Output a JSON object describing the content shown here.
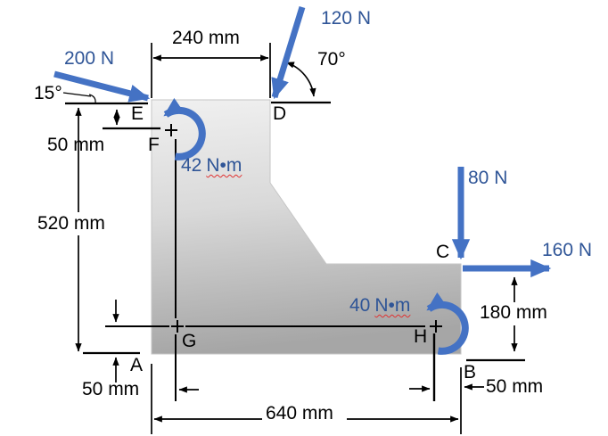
{
  "colors": {
    "force_arrow": "#4472C4",
    "force_text": "#2F5597",
    "dimension_lines": "#000000",
    "plate_fill_top": "#EFEFEF",
    "plate_fill_bottom": "#A6A6A6",
    "spellcheck_wave": "#E03131"
  },
  "forces": {
    "f200": {
      "label": "200 N",
      "angle": "15°"
    },
    "f120": {
      "label": "120 N",
      "angle": "70°"
    },
    "f80": {
      "label": "80 N"
    },
    "f160": {
      "label": "160 N"
    }
  },
  "moments": {
    "m42": {
      "value": "42",
      "unit": "N•m"
    },
    "m40": {
      "value": "40",
      "unit": "N•m"
    }
  },
  "dimensions": {
    "top_width": "240 mm",
    "left_height": "520 mm",
    "e_to_f": "50 mm",
    "bottom_left": "50 mm",
    "bottom_right": "50 mm",
    "bottom_width": "640 mm",
    "right_height": "180 mm"
  },
  "points": {
    "E": "E",
    "F": "F",
    "D": "D",
    "C": "C",
    "A": "A",
    "B": "B",
    "G": "G",
    "H": "H"
  }
}
